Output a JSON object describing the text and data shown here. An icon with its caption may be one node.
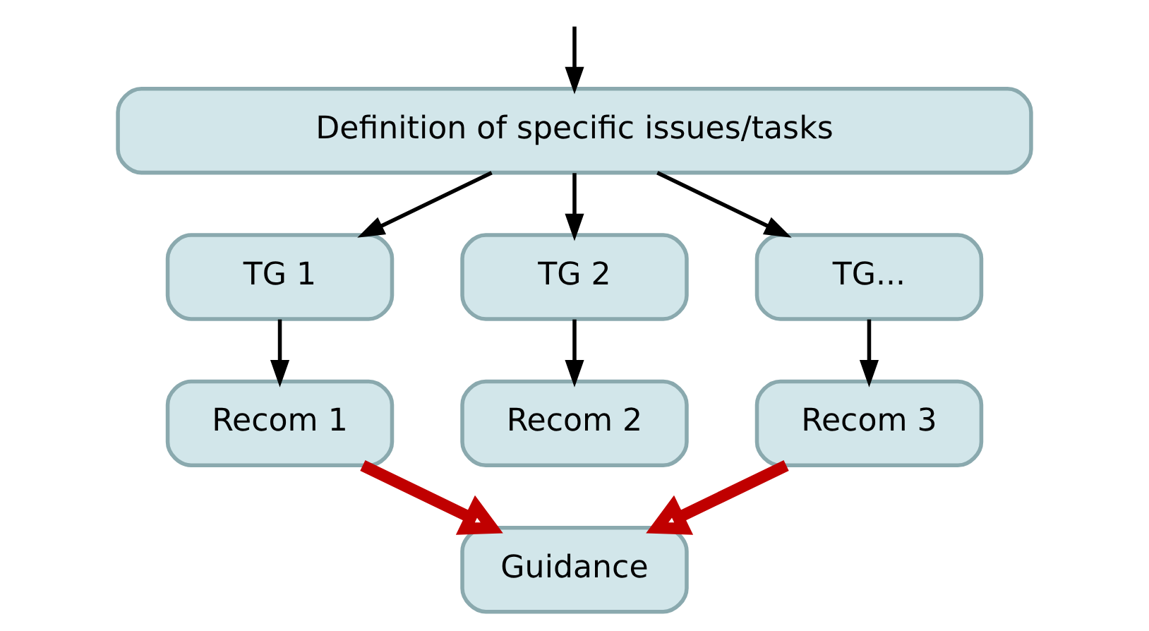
{
  "diagram": {
    "nodes": [
      {
        "text": [
          "Definition of specific issues/tasks"
        ]
      },
      {
        "text": [
          "TG 1"
        ]
      },
      {
        "text": [
          "TG 2"
        ]
      },
      {
        "text": [
          "TG..."
        ]
      },
      {
        "text": [
          "Recom 1"
        ]
      },
      {
        "text": [
          "Recom 2"
        ]
      },
      {
        "text": [
          "Recom 3"
        ]
      },
      {
        "text": [
          "Guidance"
        ]
      }
    ],
    "edges": [
      {
        "from": null,
        "to": 0,
        "arrow": "to"
      },
      {
        "from": 0,
        "to": 1,
        "arrow": "to"
      },
      {
        "from": 0,
        "to": 2,
        "arrow": "to"
      },
      {
        "from": 0,
        "to": 3,
        "arrow": "to"
      },
      {
        "from": 1,
        "to": 4,
        "arrow": "to"
      },
      {
        "from": 2,
        "to": 5,
        "arrow": "to"
      },
      {
        "from": 3,
        "to": 6,
        "arrow": "to"
      },
      {
        "from": 4,
        "to": 7,
        "arrow": "to",
        "style": "thick",
        "color": "#c00000"
      },
      {
        "from": 6,
        "to": 7,
        "arrow": "to",
        "style": "thick",
        "color": "#c00000"
      }
    ]
  }
}
